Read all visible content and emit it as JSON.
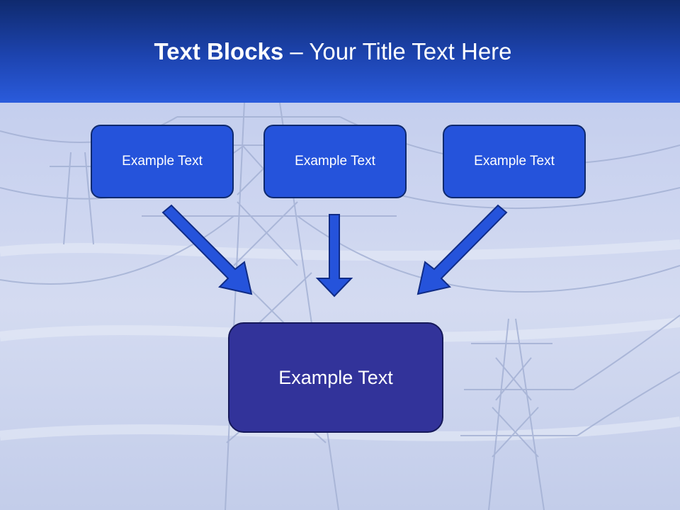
{
  "slide": {
    "title_bold": "Text Blocks",
    "title_dash": " – ",
    "title_rest": "Your Title Text Here"
  },
  "blocks": [
    {
      "text": "Example Text"
    },
    {
      "text": "Example Text"
    },
    {
      "text": "Example Text"
    }
  ],
  "target": {
    "text": "Example Text"
  },
  "colors": {
    "header": "#1d44b0",
    "block_fill": "#2553db",
    "target_fill": "#32339a",
    "arrow_fill": "#2553db"
  },
  "background": "power-line-pylons-sky-icon"
}
